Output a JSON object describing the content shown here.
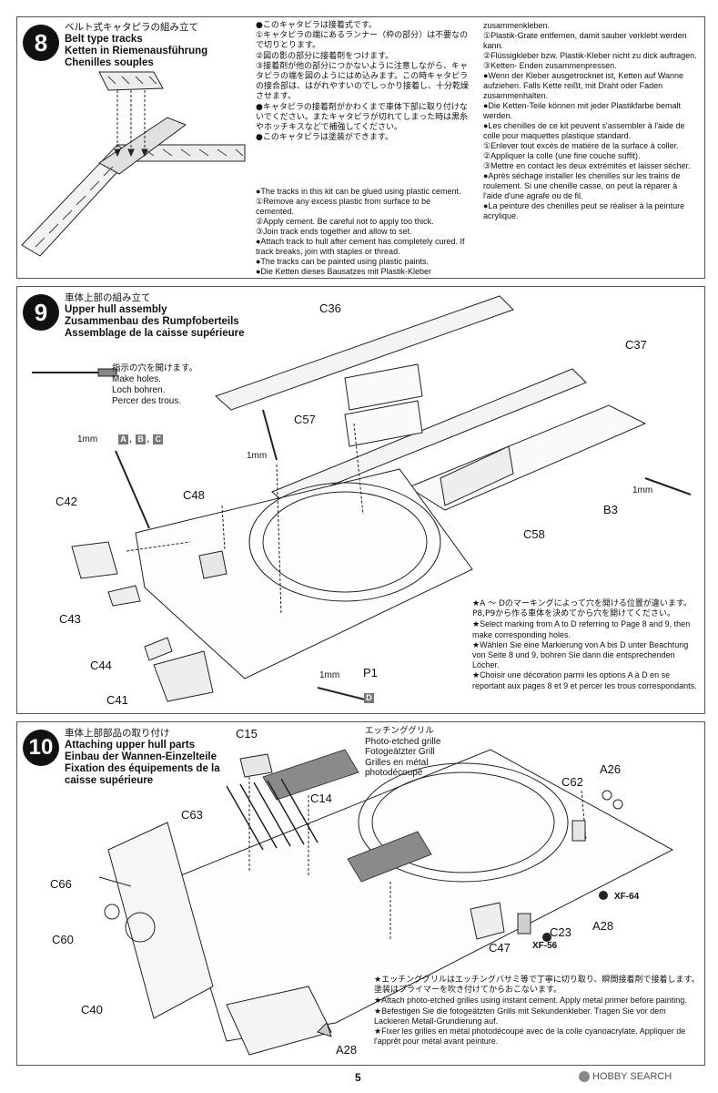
{
  "step8": {
    "number": "8",
    "title": [
      "ベルト式キャタピラの組み立て",
      "Belt type tracks",
      "Ketten in Riemenausführung",
      "Chenilles souples"
    ],
    "notes_jp": [
      "●このキャタピラは接着式です。",
      "①キャタピラの端にあるランナー（枠の部分）は不要なので切りとります。",
      "②図の影の部分に接着剤をつけます。",
      "③接着剤が他の部分につかないように注意しながら、キャタピラの端を図のようにはめ込みます。この時キャタピラの接合部は、はがれやすいのでしっかり接着し、十分乾燥させます。",
      "●キャタピラの接着剤がかわくまで車体下部に取り付けないでください。またキャタピラが切れてしまった時は黒糸やホッチキスなどで補強してください。",
      "●このキャタピラは塗装ができます。"
    ],
    "notes_en": [
      "●The tracks in this kit can be glued using plastic cement.",
      "①Remove any excess plastic from surface to be cemented.",
      "②Apply cement. Be careful not to apply too thick.",
      "③Join track ends together and allow to set.",
      "●Attach track to hull after cement has completely cured. If track breaks, join with staples or thread.",
      "●The tracks can be painted using plastic paints.",
      "●Die Ketten dieses Bausatzes mit Plastik-Kleber"
    ],
    "notes_de_fr": [
      "zusammenkleben.",
      "①Plastik-Grate entfernen, damit sauber verklebt werden kann.",
      "②Flüssigkleber bzw. Plastik-Kleber nicht zu dick auftragen.",
      "③Ketten- Enden zusammenpressen.",
      "●Wenn der Kleber ausgetrocknet ist, Ketten auf Wanne aufziehen. Falls Kette reißt, mit Draht oder Faden zusammenhalten.",
      "●Die Ketten-Teile können mit jeder Plastikfarbe bemalt werden.",
      "●Les chenilles de ce kit peuvent s'assembler à l'aide de colle pour maquettes plastique standard.",
      "①Enlever tout excès de matière de la surface à coller.",
      "②Appliquer la colle (une fine couche suffit).",
      "③Mettre en contact les deux extrémités et laisser sécher.",
      "●Après séchage installer les chenilles sur les trains de roulement. Si une chenille casse, on peut la réparer à l'aide d'une agrafe ou de fil.",
      "●La peinture des chenilles peut se réaliser à la peinture acrylique."
    ]
  },
  "step9": {
    "number": "9",
    "title": [
      "車体上部の組み立て",
      "Upper hull assembly",
      "Zusammenbau des Rumpfoberteils",
      "Assemblage de la caisse supérieure"
    ],
    "holes": [
      "指示の穴を開けます。",
      "Make holes.",
      "Loch bohren.",
      "Percer des trous."
    ],
    "mm1": "1mm",
    "markers_abc": [
      "A",
      "B",
      "C"
    ],
    "marker_d": "D",
    "sep": ",",
    "parts": {
      "c36": "C36",
      "c37": "C37",
      "c57": "C57",
      "c42": "C42",
      "c48": "C48",
      "c43": "C43",
      "c44": "C44",
      "c41": "C41",
      "b3": "B3",
      "c58": "C58",
      "p1": "P1"
    },
    "notes": [
      "★A ～ Dのマーキングによって穴を開ける位置が違います。P8,P9から作る車体を決めてから穴を開けてください。",
      "★Select marking from A to D referring to Page 8 and 9, then make corresponding holes.",
      "★Wählen Sie eine Markierung von A bis D unter Beachtung von Seite 8 und 9, bohren Sie dann die entsprechenden Löcher.",
      "★Choisir une décoration parmi les options A à D en se reportant aux pages 8 et 9 et percer les trous correspondants."
    ]
  },
  "step10": {
    "number": "10",
    "title": [
      "車体上部部品の取り付け",
      "Attaching upper hull parts",
      "Einbau der Wannen-Einzelteile",
      "Fixation des équipements de la",
      "caisse supérieure"
    ],
    "grill": [
      "エッチンググリル",
      "Photo-etched grille",
      "Fotogeätzter Grill",
      "Grilles en métal",
      "photodécoupé"
    ],
    "parts": {
      "c15": "C15",
      "c63": "C63",
      "c14": "C14",
      "c62": "C62",
      "a26": "A26",
      "c66": "C66",
      "c60": "C60",
      "c40": "C40",
      "c47": "C47",
      "c23": "C23",
      "a28a": "A28",
      "a28b": "A28"
    },
    "paints": {
      "xf64": "XF-64",
      "xf56": "XF-56"
    },
    "notes": [
      "★エッチンググリルはエッチングバサミ等で丁寧に切り取り、瞬間接着剤で接着します。塗装はプライマーを吹き付けてからおこないます。",
      "★Attach photo-etched grilles using instant cement. Apply metal primer before painting.",
      "★Befestigen Sie die fotogeätzten Grills mit Sekundenkleber. Tragen Sie vor dem Lackieren Metall-Grundierung auf.",
      "★Fixer les grilles en métal photodécoupé avec de la colle cyanoacrylate. Appliquer de l'apprêt pour métal avant peinture."
    ]
  },
  "footer": {
    "page": "5",
    "watermark": "HOBBY SEARCH"
  }
}
